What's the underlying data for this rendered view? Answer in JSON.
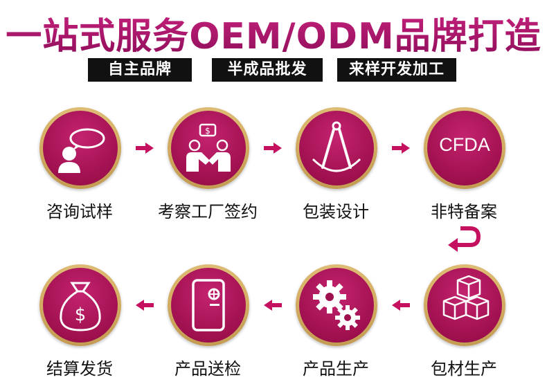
{
  "title": "一站式服务OEM/ODM品牌打造",
  "tags": [
    "自主品牌",
    "半成品批发",
    "来样开发加工"
  ],
  "steps": [
    {
      "label": "咨询试样",
      "icon": "chat-person-icon"
    },
    {
      "label": "考察工厂签约",
      "icon": "handshake-icon"
    },
    {
      "label": "包装设计",
      "icon": "compass-icon"
    },
    {
      "label": "非特备案",
      "icon": "cfda-icon",
      "icon_text": "CFDA"
    },
    {
      "label": "包材生产",
      "icon": "boxes-icon"
    },
    {
      "label": "产品生产",
      "icon": "gears-icon"
    },
    {
      "label": "产品送检",
      "icon": "door-panel-icon"
    },
    {
      "label": "结算发货",
      "icon": "money-bag-icon"
    }
  ],
  "colors": {
    "title": "#b81870",
    "disc": "#a0104f",
    "ring": "#d9b56a",
    "arrow": "#c4105f",
    "tag_bg": "#111111"
  }
}
